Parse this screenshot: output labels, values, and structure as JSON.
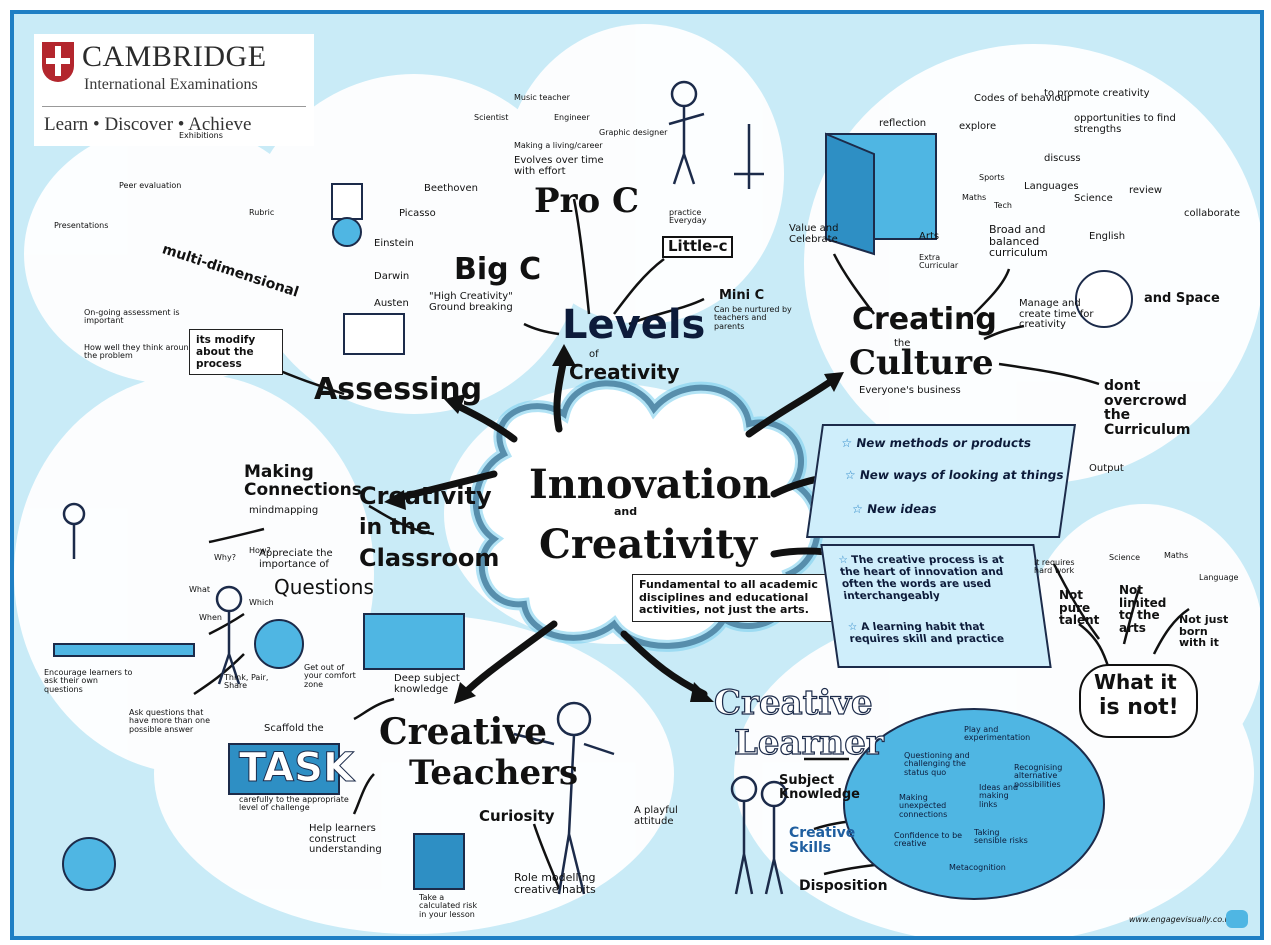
{
  "logo": {
    "name": "CAMBRIDGE",
    "subtitle": "International Examinations",
    "tagline": "Learn • Discover • Achieve"
  },
  "center": {
    "line1": "Innovation",
    "and": "and",
    "line2": "Creativity"
  },
  "center_note": "Fundamental to all academic disciplines and educational activities, not just the arts.",
  "levels": {
    "title": "Levels",
    "of": "of",
    "sub": "Creativity",
    "big_c": "Big C",
    "big_c_sub": "\"High Creativity\" Ground breaking",
    "people": [
      "Beethoven",
      "Picasso",
      "Einstein",
      "Darwin",
      "Austen"
    ],
    "pro_c": "Pro C",
    "pro_c_sub": "Evolves over time with effort",
    "pro_c_note": "Making a living/career",
    "pro_roles": [
      "Scientist",
      "Music teacher",
      "Engineer",
      "Graphic designer"
    ],
    "little_c": "Little-c",
    "little_c_sub": "practice Everyday",
    "mini_c": "Mini C",
    "mini_c_sub": "Can be nurtured by teachers and parents"
  },
  "culture": {
    "title1": "Creating",
    "the": "the",
    "title2": "Culture",
    "sub": "Everyone's business",
    "value": "Value and Celebrate",
    "clouds": [
      "Codes of behaviour",
      "to promote creativity",
      "reflection",
      "explore",
      "opportunities to find strengths",
      "discuss",
      "review",
      "collaborate"
    ],
    "curriculum": "Broad and balanced curriculum",
    "subjects": [
      "Sports",
      "Languages",
      "Maths",
      "Tech",
      "Science",
      "English",
      "Arts",
      "Extra Curricular"
    ],
    "time": "Manage and create time for creativity",
    "space": "and Space",
    "overcrowd": "dont overcrowd the Curriculum"
  },
  "output": {
    "label": "Output",
    "items": [
      "New methods or products",
      "New ways of looking at things",
      "New ideas"
    ],
    "process": [
      "The creative process is at the heart of innovation and often the words are used interchangeably",
      "A learning habit that requires skill and practice"
    ]
  },
  "not": {
    "title1": "What it",
    "title2": "is not!",
    "items": [
      "Not pure talent",
      "it requires hard work",
      "Not limited to the arts",
      "Science",
      "Maths",
      "Language",
      "Not just born with it"
    ]
  },
  "assessing": {
    "title": "Assessing",
    "multi": "multi-dimensional",
    "ongoing": "On-going assessment is important",
    "how": "How well they think around the problem",
    "modify": "its modify about the process",
    "labels": [
      "Exhibitions",
      "Peer evaluation",
      "Presentations",
      "Rubric"
    ]
  },
  "classroom": {
    "title1": "Creativity",
    "title2": "in the",
    "title3": "Classroom",
    "connections": "Making Connections",
    "mindmapping": "mindmapping",
    "questions_pre": "Appreciate the importance of",
    "questions": "Questions",
    "qwords": [
      "Why?",
      "How?",
      "What",
      "Which",
      "When"
    ],
    "encourage": "Encourage learners to ask their own questions",
    "ask": "Ask questions that have more than one possible answer",
    "think": "Think, Pair, Share"
  },
  "teachers": {
    "title1": "Creative",
    "title2": "Teachers",
    "deep": "Deep subject knowledge",
    "comfort": "Get out of your comfort zone",
    "scaffold": "Scaffold the",
    "task": "TASK",
    "task_sub": "carefully to the appropriate level of challenge",
    "help": "Help learners construct understanding",
    "curiosity": "Curiosity",
    "role": "Role modelling creative habits",
    "playful": "A playful attitude",
    "risk": "Take a calculated risk in your lesson"
  },
  "learner": {
    "title1": "Creative",
    "title2": "Learner",
    "knowledge": "Subject Knowledge",
    "skills": "Creative Skills",
    "disposition": "Disposition",
    "brain": [
      "Play and experimentation",
      "Questioning and challenging the status quo",
      "Recognising alternative possibilities",
      "Making unexpected connections",
      "Ideas and making links",
      "Confidence to be creative",
      "Taking sensible risks",
      "Metacognition"
    ]
  },
  "credit": "www.engagevisually.co.uk"
}
